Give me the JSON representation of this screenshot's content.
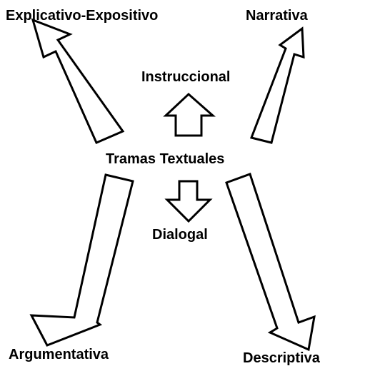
{
  "diagram": {
    "center": {
      "label": "Tramas Textuales"
    },
    "nodes": [
      {
        "id": "explicativo",
        "label": "Explicativo-Expositivo"
      },
      {
        "id": "narrativa",
        "label": "Narrativa"
      },
      {
        "id": "instruccional",
        "label": "Instruccional"
      },
      {
        "id": "dialogal",
        "label": "Dialogal"
      },
      {
        "id": "argumentativa",
        "label": "Argumentativa"
      },
      {
        "id": "descriptiva",
        "label": "Descriptiva"
      }
    ]
  }
}
